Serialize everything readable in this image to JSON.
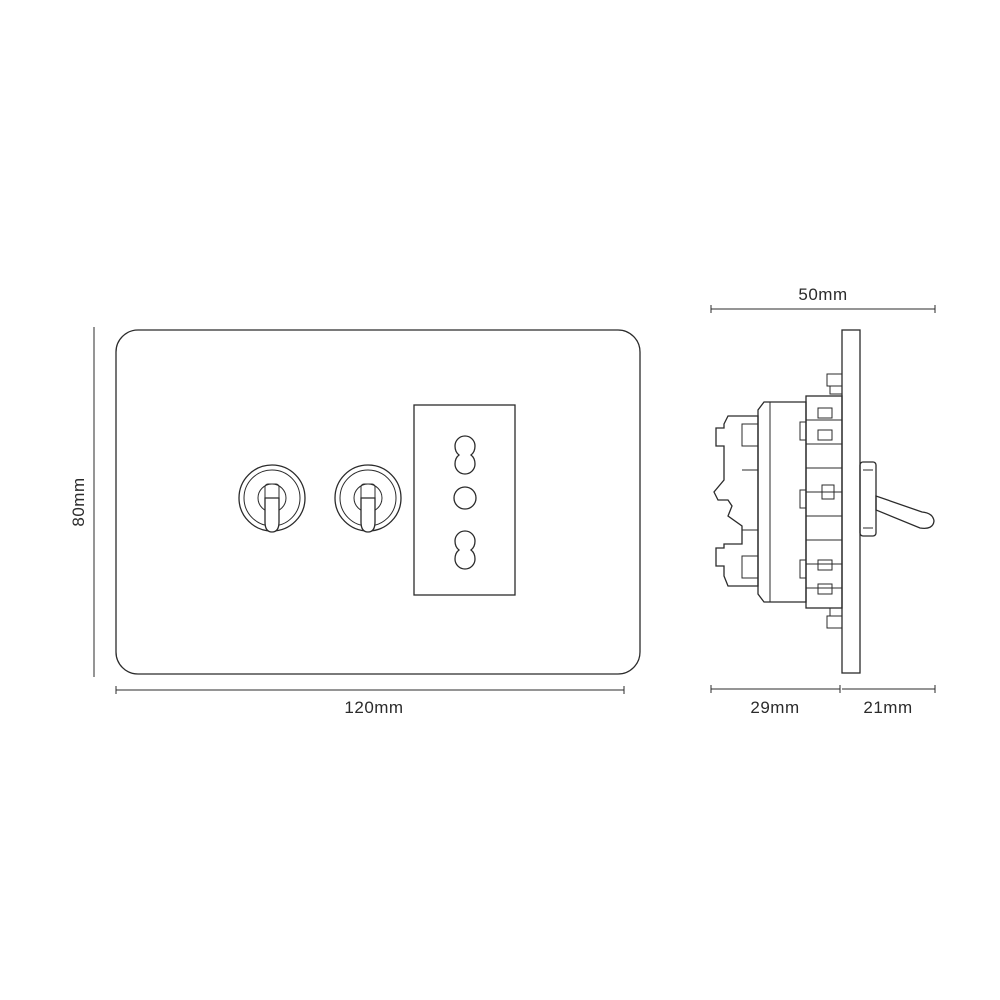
{
  "diagram": {
    "front_view": {
      "width_label": "120mm",
      "height_label": "80mm",
      "components": [
        "toggle-switch",
        "toggle-switch",
        "socket"
      ]
    },
    "side_view": {
      "total_depth_label": "50mm",
      "rear_depth_label": "29mm",
      "front_depth_label": "21mm"
    },
    "colors": {
      "line": "#2b2b2b",
      "background": "#ffffff"
    }
  }
}
